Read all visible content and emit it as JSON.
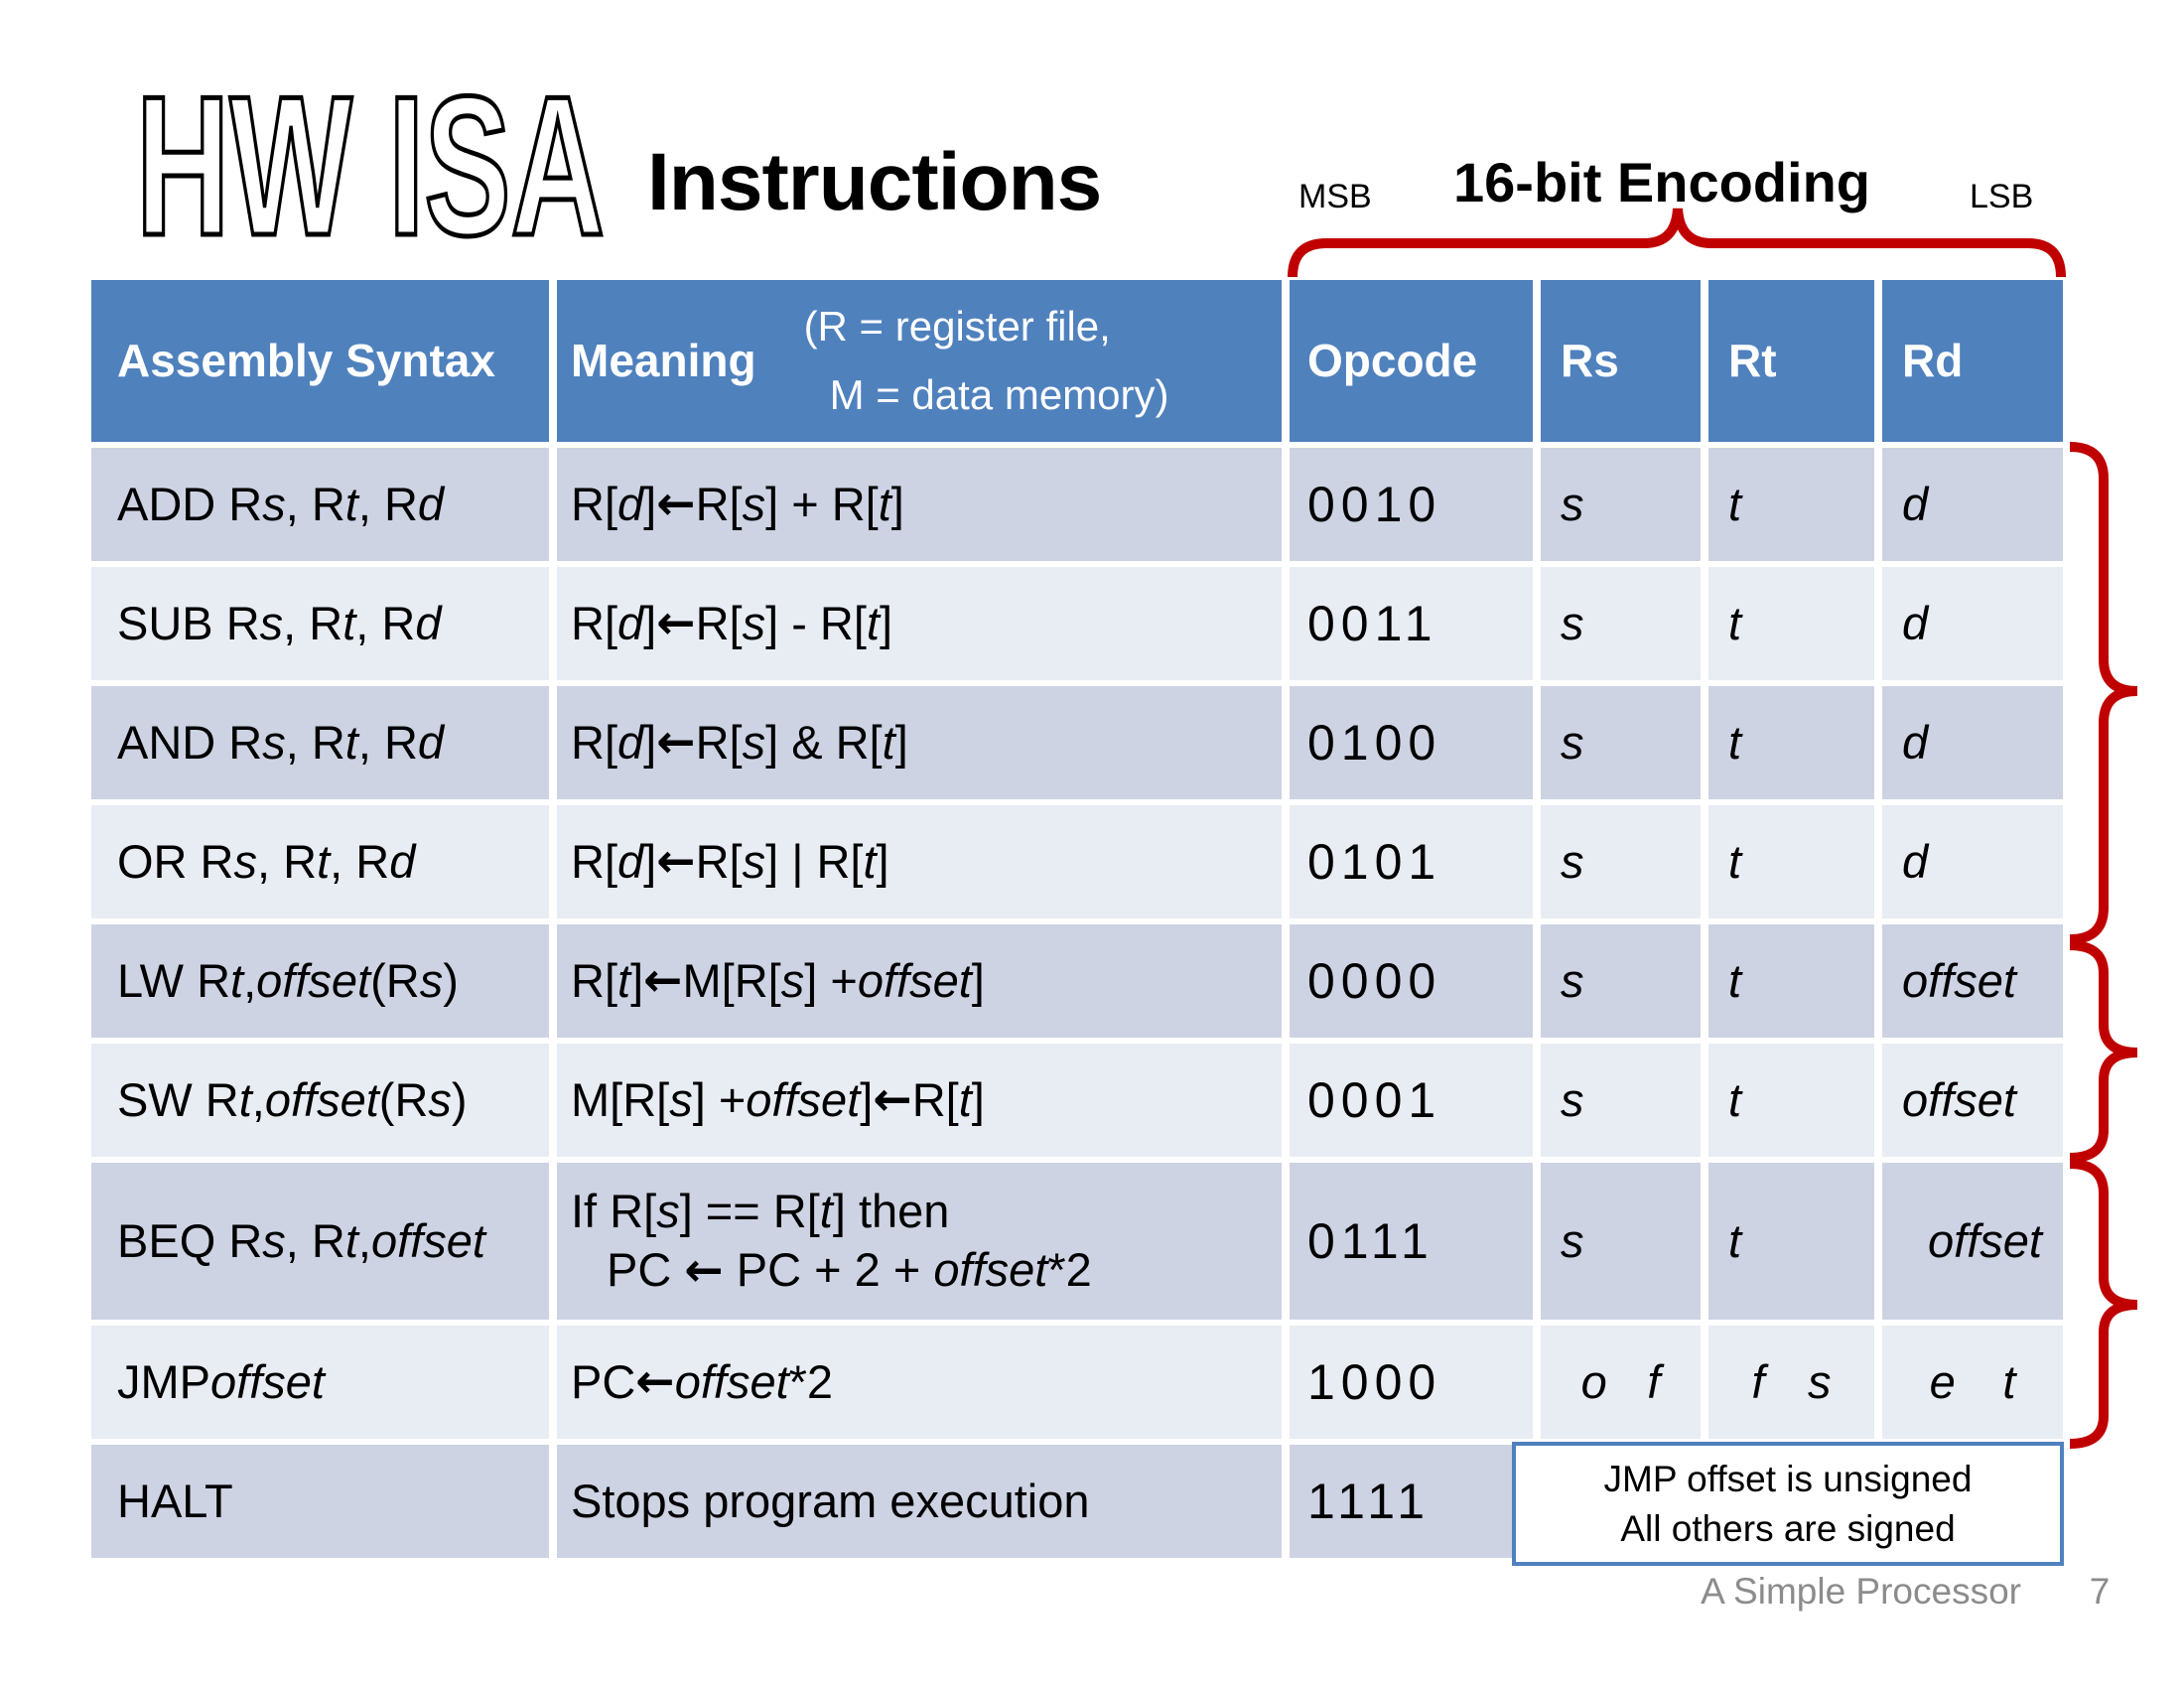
{
  "slide": {
    "logo": "HW ISA",
    "title": "Instructions",
    "msb": "MSB",
    "lsb": "LSB",
    "encoding_label": "16-bit Encoding",
    "note_line1": "JMP offset is unsigned",
    "note_line2": "All others are signed",
    "footer": "A Simple Processor",
    "page_number": "7"
  },
  "colors": {
    "header_blue": "#4f81bd",
    "row_dark": "#cdd3e3",
    "row_light": "#e8ecf3",
    "accent_red": "#c00000",
    "note_border": "#4f81bd",
    "footer_gray": "#8c8c8c"
  },
  "table": {
    "headers": {
      "assembly": "Assembly Syntax",
      "meaning": "Meaning",
      "meaning_note1": "(R = register file,",
      "meaning_note2": "M = data memory)",
      "opcode": "Opcode",
      "rs": "Rs",
      "rt": "Rt",
      "rd": "Rd"
    },
    "rows": [
      {
        "assembly": "ADD R~s~, R~t~, R~d~",
        "meaning1": "R[~d~] ← R[~s~] + R[~t~]",
        "opcode": "0010",
        "rs": "~s~",
        "rt": "~t~",
        "rd": "~d~"
      },
      {
        "assembly": "SUB R~s~, R~t~, R~d~",
        "meaning1": "R[~d~] ← R[~s~] - R[~t~]",
        "opcode": "0011",
        "rs": "~s~",
        "rt": "~t~",
        "rd": "~d~"
      },
      {
        "assembly": "AND R~s~, R~t~, R~d~",
        "meaning1": "R[~d~] ← R[~s~] & R[~t~]",
        "opcode": "0100",
        "rs": "~s~",
        "rt": "~t~",
        "rd": "~d~"
      },
      {
        "assembly": "OR R~s~, R~t~, R~d~",
        "meaning1": "R[~d~] ← R[~s~] | R[~t~]",
        "opcode": "0101",
        "rs": "~s~",
        "rt": "~t~",
        "rd": "~d~"
      },
      {
        "assembly": "LW R~t~, ~offset~(R~s~)",
        "meaning1": "R[~t~] ← M[R[~s~] + ~offset~]",
        "opcode": "0000",
        "rs": "~s~",
        "rt": "~t~",
        "rd": "~offset~"
      },
      {
        "assembly": "SW R~t~, ~offset~(R~s~)",
        "meaning1": "M[R[~s~] + ~offset~] ← R[~t~]",
        "opcode": "0001",
        "rs": "~s~",
        "rt": "~t~",
        "rd": "~offset~"
      },
      {
        "assembly": "BEQ R~s~, R~t~, ~offset~",
        "meaning1": "If R[~s~] == R[~t~] then",
        "meaning2": "PC ← PC + 2 + ~offset~*2",
        "opcode": "0111",
        "rs": "~s~",
        "rt": "~t~",
        "rd": "~offset~"
      },
      {
        "assembly": "JMP ~offset~",
        "meaning1": "PC ← ~offset~*2",
        "opcode": "1000",
        "rs_letters": [
          "~o~",
          "~f~"
        ],
        "rt_letters": [
          "~f~",
          "~s~"
        ],
        "rd_letters": [
          "~e~",
          "~t~"
        ]
      },
      {
        "assembly": "HALT",
        "meaning1": "Stops program execution",
        "opcode": "1111",
        "rs": "",
        "rt": "",
        "rd": ""
      }
    ]
  }
}
